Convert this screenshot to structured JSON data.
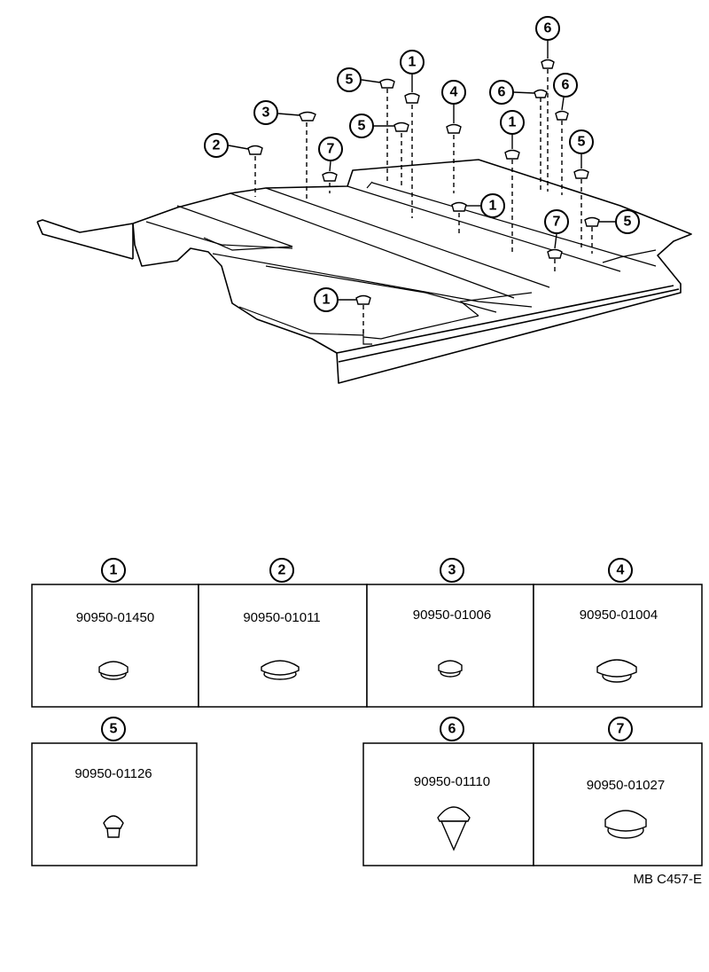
{
  "callouts": [
    "1",
    "2",
    "3",
    "4",
    "5",
    "6",
    "7"
  ],
  "parts": [
    {
      "callout": "1",
      "part_number": "90950-01450"
    },
    {
      "callout": "2",
      "part_number": "90950-01011"
    },
    {
      "callout": "3",
      "part_number": "90950-01006"
    },
    {
      "callout": "4",
      "part_number": "90950-01004"
    },
    {
      "callout": "5",
      "part_number": "90950-01126"
    },
    {
      "callout": "6",
      "part_number": "90950-01110"
    },
    {
      "callout": "7",
      "part_number": "90950-01027"
    }
  ],
  "drawing_code": "MB  C457-E"
}
